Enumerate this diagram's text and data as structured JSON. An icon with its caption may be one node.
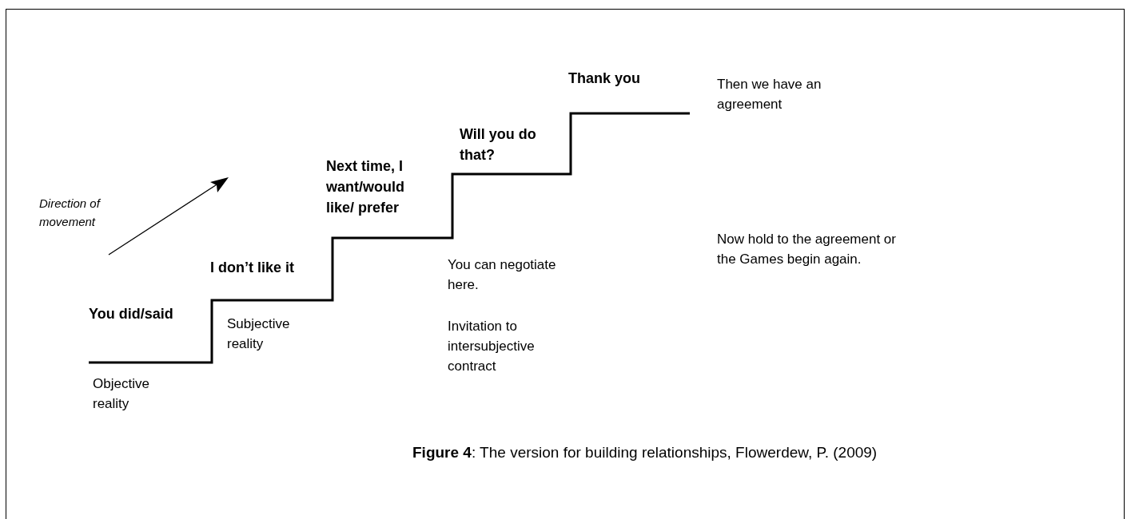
{
  "diagram": {
    "caption": "**Figure 4**: The version for building relationships, Flowerdew, P. (2009)",
    "labels": [
      "Thank you",
      "Then we have an agreement",
      "Will you do that?",
      "Next time, I want/would like/ prefer",
      "Direction of movement",
      "Now hold to the agreement or the Games begin again.",
      "I don’t like it",
      "You can negotiate here.",
      "You did/said",
      "Subjective reality",
      "Invitation to intersubjective contract",
      "Objective reality"
    ]
  }
}
